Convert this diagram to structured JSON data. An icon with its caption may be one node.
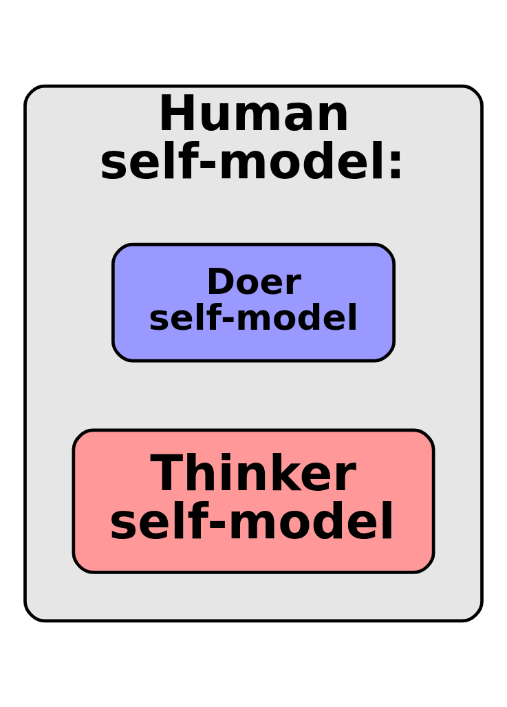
{
  "diagram": {
    "nodes": [
      {
        "text": [
          "Human self-model:"
        ]
      },
      {
        "text": [
          "Thinker self-model"
        ],
        "in": 0
      },
      {
        "text": [
          "Doer self-model"
        ],
        "in": 0
      }
    ]
  }
}
